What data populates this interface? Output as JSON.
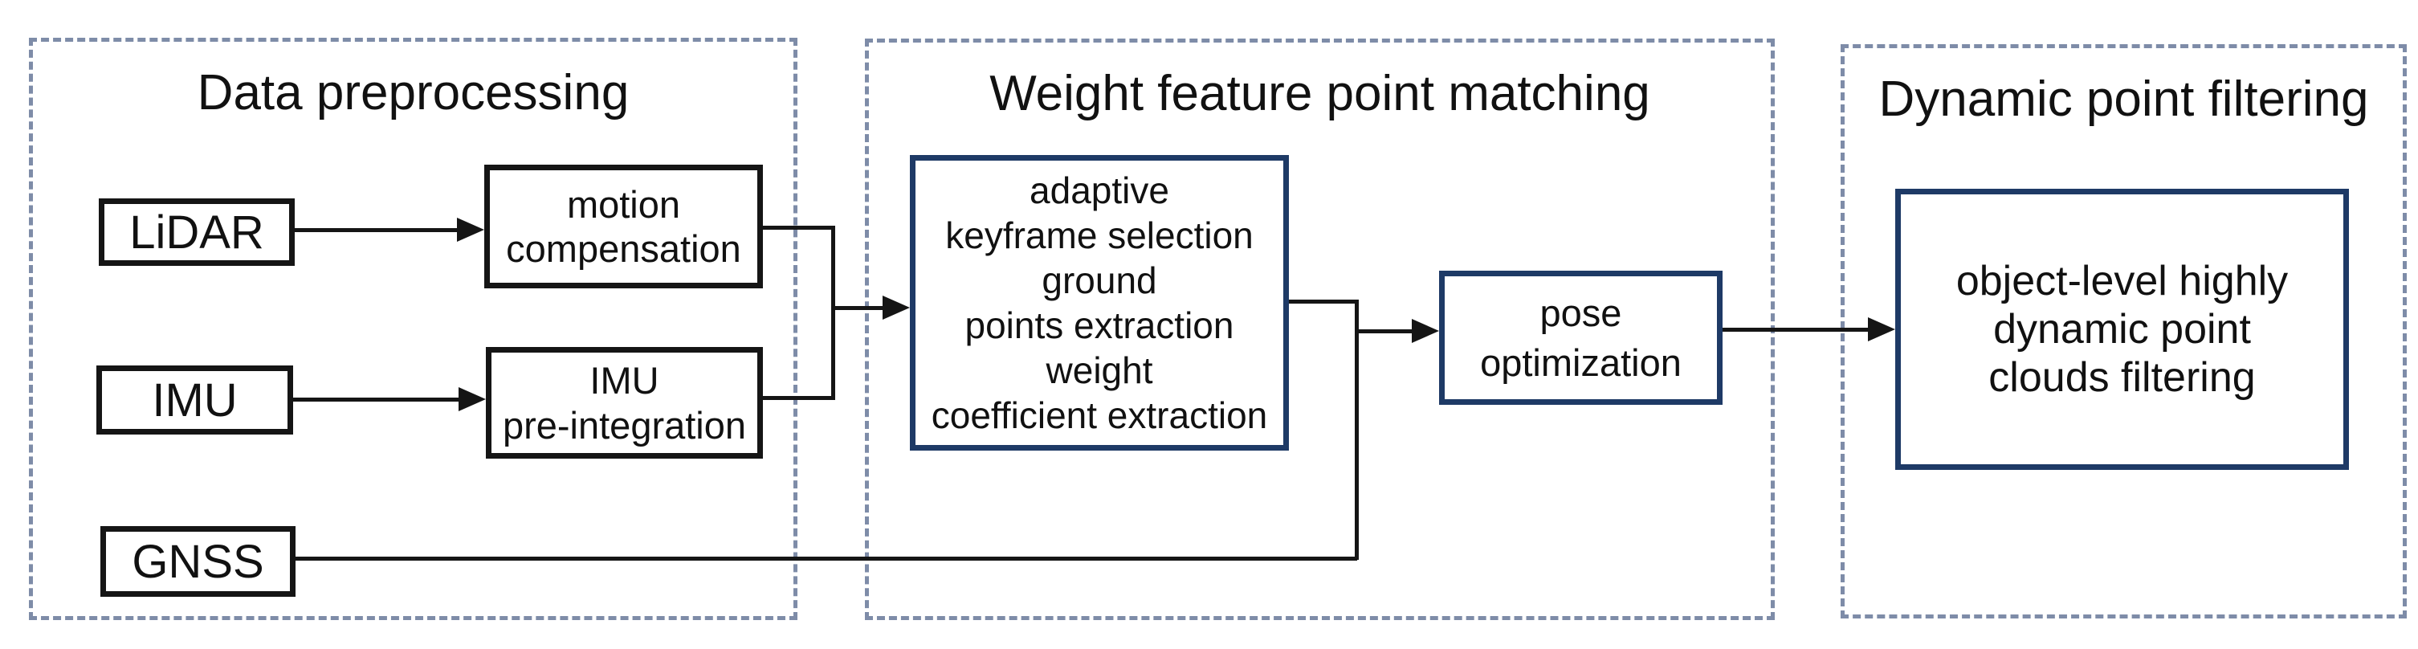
{
  "colors": {
    "background": "#ffffff",
    "section_border": "#7e8ca8",
    "node_border": "#151515",
    "highlight_border": "#1e3a66",
    "connector": "#151515",
    "text": "#111111"
  },
  "sections": {
    "preprocessing": {
      "title": "Data preprocessing"
    },
    "matching": {
      "title": "Weight feature point matching"
    },
    "filtering": {
      "title": "Dynamic point filtering"
    }
  },
  "nodes": {
    "lidar": {
      "label": "LiDAR"
    },
    "imu": {
      "label": "IMU"
    },
    "gnss": {
      "label": "GNSS"
    },
    "motion_compensation": {
      "label": "motion\ncompensation"
    },
    "imu_preintegration": {
      "label": "IMU\npre-integration"
    },
    "weight_matching": {
      "label": "adaptive\nkeyframe selection\nground\npoints extraction\nweight\ncoefficient extraction"
    },
    "pose_optimization": {
      "label": "pose\noptimization"
    },
    "dynamic_filtering": {
      "label": "object-level highly\ndynamic point\nclouds filtering"
    }
  },
  "connections": [
    {
      "from": "lidar",
      "to": "motion_compensation",
      "arrow": true
    },
    {
      "from": "imu",
      "to": "imu_preintegration",
      "arrow": true
    },
    {
      "from": "motion_compensation",
      "to": "weight_matching",
      "arrow": true
    },
    {
      "from": "imu_preintegration",
      "to": "weight_matching",
      "arrow": true
    },
    {
      "from": "weight_matching",
      "to": "pose_optimization",
      "arrow": true
    },
    {
      "from": "gnss",
      "to": "pose_optimization",
      "arrow": true
    },
    {
      "from": "pose_optimization",
      "to": "dynamic_filtering",
      "arrow": true
    }
  ]
}
